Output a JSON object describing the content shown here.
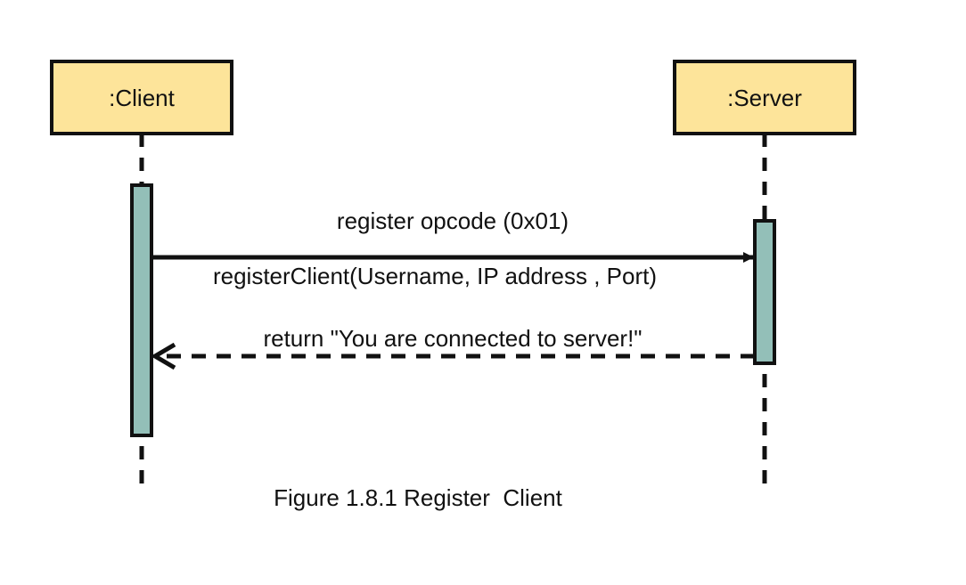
{
  "participants": {
    "client": {
      "label": ":Client"
    },
    "server": {
      "label": ":Server"
    }
  },
  "messages": {
    "request": {
      "label_above": "register opcode (0x01)",
      "label_below": "registerClient(Username, IP address , Port)"
    },
    "response": {
      "label": "return \"You are connected to server!\""
    }
  },
  "caption": "Figure 1.8.1 Register  Client",
  "colors": {
    "participant_fill": "#fde49a",
    "activation_fill": "#93bfb8",
    "stroke": "#111111",
    "background": "#ffffff"
  }
}
